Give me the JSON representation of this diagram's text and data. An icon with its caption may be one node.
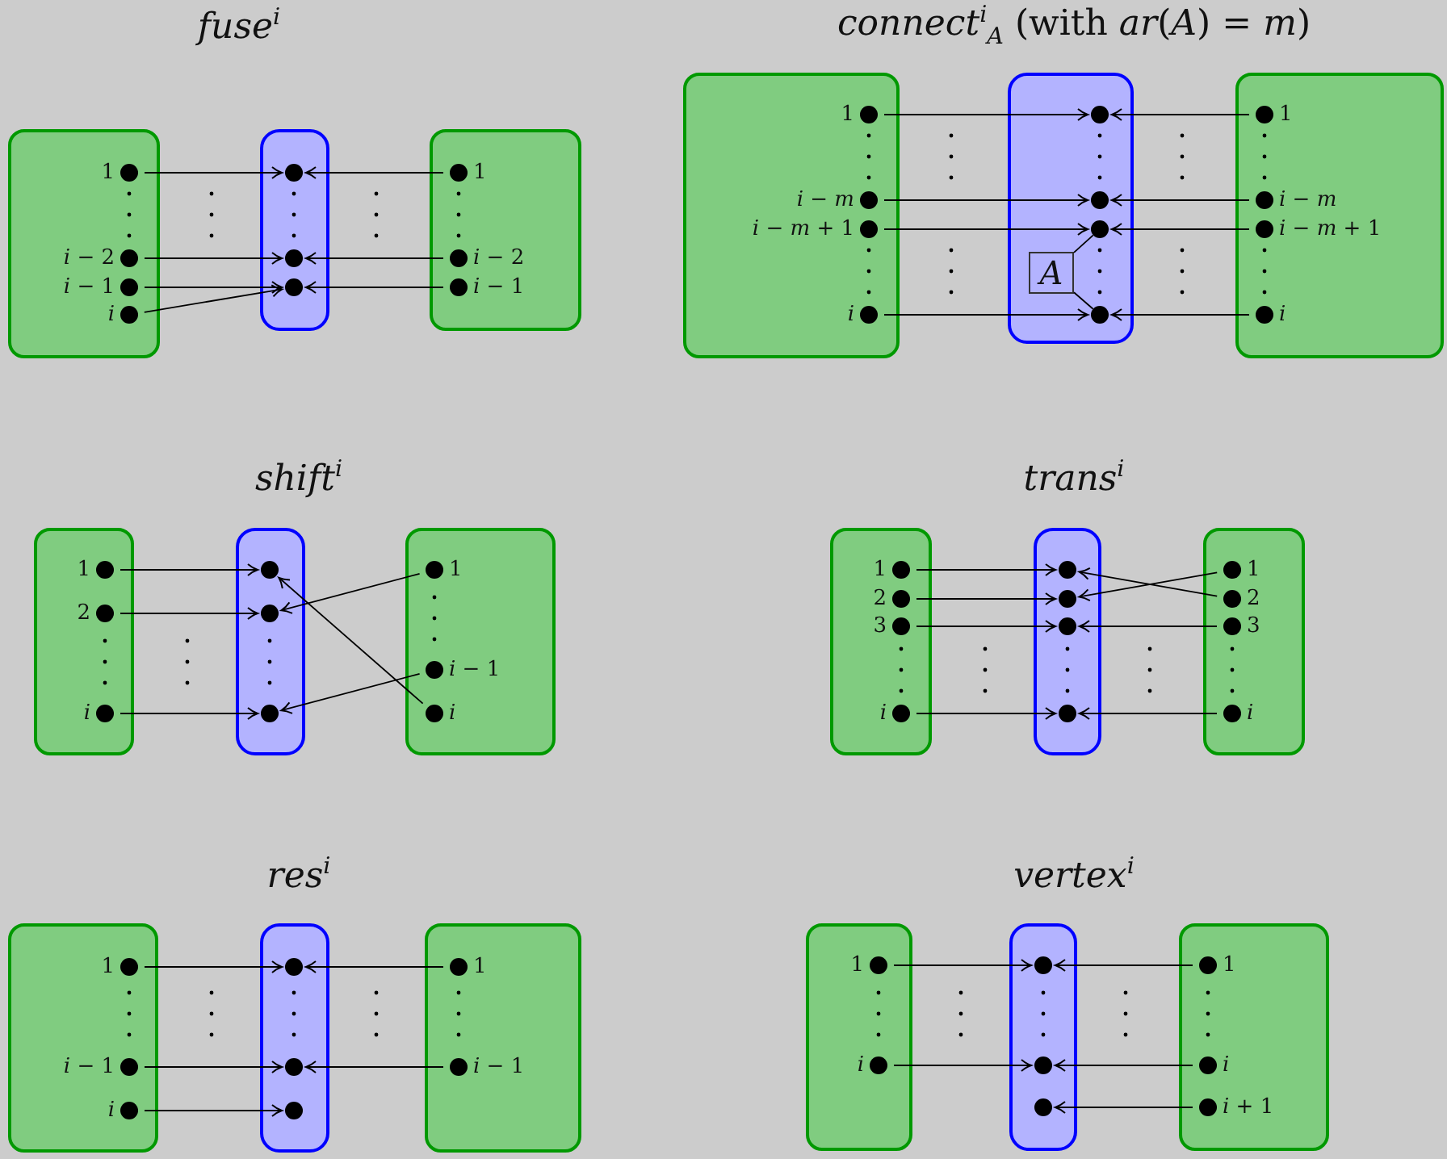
{
  "diagram": {
    "nodes": [
      {
        "text": [],
        "shape": "box"
      },
      {
        "text": [],
        "shape": "circle",
        "in": 0,
        "beside": [
          "1"
        ]
      },
      {
        "text": [],
        "shape": "circle",
        "in": 0,
        "beside": [
          "*i* − 2"
        ]
      },
      {
        "text": [],
        "shape": "circle",
        "in": 0,
        "beside": [
          "*i* − 1"
        ]
      },
      {
        "text": [],
        "shape": "circle",
        "in": 0,
        "beside": [
          "*i*"
        ]
      },
      {
        "text": [],
        "shape": "box"
      },
      {
        "text": [],
        "shape": "circle",
        "in": 5
      },
      {
        "text": [],
        "shape": "circle",
        "in": 5
      },
      {
        "text": [],
        "shape": "circle",
        "in": 5
      },
      {
        "text": [],
        "shape": "box"
      },
      {
        "text": [],
        "shape": "circle",
        "in": 9,
        "beside": [
          "1"
        ]
      },
      {
        "text": [],
        "shape": "circle",
        "in": 9,
        "beside": [
          "*i* − 2"
        ]
      },
      {
        "text": [],
        "shape": "circle",
        "in": 9,
        "beside": [
          "*i* − 1"
        ]
      },
      {
        "text": [],
        "shape": "box"
      },
      {
        "text": [],
        "shape": "circle",
        "in": 13,
        "beside": [
          "1"
        ]
      },
      {
        "text": [],
        "shape": "circle",
        "in": 13,
        "beside": [
          "*i* − *m*"
        ]
      },
      {
        "text": [],
        "shape": "circle",
        "in": 13,
        "beside": [
          "*i* − *m* + 1"
        ]
      },
      {
        "text": [],
        "shape": "circle",
        "in": 13,
        "beside": [
          "*i*"
        ]
      },
      {
        "text": [],
        "shape": "box"
      },
      {
        "text": [],
        "shape": "circle",
        "in": 18
      },
      {
        "text": [],
        "shape": "circle",
        "in": 18
      },
      {
        "text": [],
        "shape": "circle",
        "in": 18
      },
      {
        "text": [],
        "shape": "circle",
        "in": 18
      },
      {
        "text": [
          "A"
        ],
        "in": 18
      },
      {
        "text": [],
        "shape": "box"
      },
      {
        "text": [],
        "shape": "circle",
        "in": 24,
        "beside": [
          "1"
        ]
      },
      {
        "text": [],
        "shape": "circle",
        "in": 24,
        "beside": [
          "*i* − *m*"
        ]
      },
      {
        "text": [],
        "shape": "circle",
        "in": 24,
        "beside": [
          "*i* − *m* + 1"
        ]
      },
      {
        "text": [],
        "shape": "circle",
        "in": 24,
        "beside": [
          "*i*"
        ]
      },
      {
        "text": [],
        "shape": "box"
      },
      {
        "text": [],
        "shape": "circle",
        "in": 29,
        "beside": [
          "1"
        ]
      },
      {
        "text": [],
        "shape": "circle",
        "in": 29,
        "beside": [
          "2"
        ]
      },
      {
        "text": [],
        "shape": "circle",
        "in": 29,
        "beside": [
          "*i*"
        ]
      },
      {
        "text": [],
        "shape": "box"
      },
      {
        "text": [],
        "shape": "circle",
        "in": 33
      },
      {
        "text": [],
        "shape": "circle",
        "in": 33
      },
      {
        "text": [],
        "shape": "circle",
        "in": 33
      },
      {
        "text": [],
        "shape": "box"
      },
      {
        "text": [],
        "shape": "circle",
        "in": 37,
        "beside": [
          "1"
        ]
      },
      {
        "text": [],
        "shape": "circle",
        "in": 37,
        "beside": [
          "*i* − 1"
        ]
      },
      {
        "text": [],
        "shape": "circle",
        "in": 37,
        "beside": [
          "*i*"
        ]
      },
      {
        "text": [],
        "shape": "box"
      },
      {
        "text": [],
        "shape": "circle",
        "in": 41,
        "beside": [
          "1"
        ]
      },
      {
        "text": [],
        "shape": "circle",
        "in": 41,
        "beside": [
          "2"
        ]
      },
      {
        "text": [],
        "shape": "circle",
        "in": 41,
        "beside": [
          "3"
        ]
      },
      {
        "text": [],
        "shape": "circle",
        "in": 41,
        "beside": [
          "*i*"
        ]
      },
      {
        "text": [],
        "shape": "box"
      },
      {
        "text": [],
        "shape": "circle",
        "in": 46
      },
      {
        "text": [],
        "shape": "circle",
        "in": 46
      },
      {
        "text": [],
        "shape": "circle",
        "in": 46
      },
      {
        "text": [],
        "shape": "circle",
        "in": 46
      },
      {
        "text": [],
        "shape": "box"
      },
      {
        "text": [],
        "shape": "circle",
        "in": 51,
        "beside": [
          "1"
        ]
      },
      {
        "text": [],
        "shape": "circle",
        "in": 51,
        "beside": [
          "2"
        ]
      },
      {
        "text": [],
        "shape": "circle",
        "in": 51,
        "beside": [
          "3"
        ]
      },
      {
        "text": [],
        "shape": "circle",
        "in": 51,
        "beside": [
          "*i*"
        ]
      },
      {
        "text": [],
        "shape": "box"
      },
      {
        "text": [],
        "shape": "circle",
        "in": 56,
        "beside": [
          "1"
        ]
      },
      {
        "text": [],
        "shape": "circle",
        "in": 56,
        "beside": [
          "*i* − 1"
        ]
      },
      {
        "text": [],
        "shape": "circle",
        "in": 56,
        "beside": [
          "*i*"
        ]
      },
      {
        "text": [],
        "shape": "box"
      },
      {
        "text": [],
        "shape": "circle",
        "in": 60
      },
      {
        "text": [],
        "shape": "circle",
        "in": 60
      },
      {
        "text": [],
        "shape": "circle",
        "in": 60
      },
      {
        "text": [],
        "shape": "box"
      },
      {
        "text": [],
        "shape": "circle",
        "in": 64,
        "beside": [
          "1"
        ]
      },
      {
        "text": [],
        "shape": "circle",
        "in": 64,
        "beside": [
          "*i* − 1"
        ]
      },
      {
        "text": [],
        "shape": "box"
      },
      {
        "text": [],
        "shape": "circle",
        "in": 67,
        "beside": [
          "1"
        ]
      },
      {
        "text": [],
        "shape": "circle",
        "in": 67,
        "beside": [
          "*i*"
        ]
      },
      {
        "text": [],
        "shape": "box"
      },
      {
        "text": [],
        "shape": "circle",
        "in": 70
      },
      {
        "text": [],
        "shape": "circle",
        "in": 70
      },
      {
        "text": [],
        "shape": "circle",
        "in": 70
      },
      {
        "text": [],
        "shape": "box"
      },
      {
        "text": [],
        "shape": "circle",
        "in": 74,
        "beside": [
          "1"
        ]
      },
      {
        "text": [],
        "shape": "circle",
        "in": 74,
        "beside": [
          "*i*"
        ]
      },
      {
        "text": [],
        "shape": "circle",
        "in": 74,
        "beside": [
          "*i* + 1"
        ]
      }
    ],
    "edges": [
      {
        "from": 1,
        "to": 6,
        "arrow": "to"
      },
      {
        "from": 2,
        "to": 7,
        "arrow": "to"
      },
      {
        "from": 3,
        "to": 8,
        "arrow": "to"
      },
      {
        "from": 4,
        "to": 8,
        "arrow": "to"
      },
      {
        "from": 10,
        "to": 6,
        "arrow": "to"
      },
      {
        "from": 11,
        "to": 7,
        "arrow": "to"
      },
      {
        "from": 12,
        "to": 8,
        "arrow": "to"
      },
      {
        "from": 14,
        "to": 19,
        "arrow": "to"
      },
      {
        "from": 15,
        "to": 20,
        "arrow": "to"
      },
      {
        "from": 16,
        "to": 21,
        "arrow": "to"
      },
      {
        "from": 17,
        "to": 22,
        "arrow": "to"
      },
      {
        "from": 25,
        "to": 19,
        "arrow": "to"
      },
      {
        "from": 26,
        "to": 20,
        "arrow": "to"
      },
      {
        "from": 27,
        "to": 21,
        "arrow": "to"
      },
      {
        "from": 28,
        "to": 22,
        "arrow": "to"
      },
      {
        "from": 23,
        "to": 21,
        "arrow": "none"
      },
      {
        "from": 23,
        "to": 22,
        "arrow": "none"
      },
      {
        "from": 30,
        "to": 34,
        "arrow": "to"
      },
      {
        "from": 31,
        "to": 35,
        "arrow": "to"
      },
      {
        "from": 32,
        "to": 36,
        "arrow": "to"
      },
      {
        "from": 38,
        "to": 35,
        "arrow": "to"
      },
      {
        "from": 39,
        "to": 36,
        "arrow": "to"
      },
      {
        "from": 40,
        "to": 34,
        "arrow": "to"
      },
      {
        "from": 42,
        "to": 47,
        "arrow": "to"
      },
      {
        "from": 43,
        "to": 48,
        "arrow": "to"
      },
      {
        "from": 44,
        "to": 49,
        "arrow": "to"
      },
      {
        "from": 45,
        "to": 50,
        "arrow": "to"
      },
      {
        "from": 52,
        "to": 48,
        "arrow": "to"
      },
      {
        "from": 53,
        "to": 47,
        "arrow": "to"
      },
      {
        "from": 54,
        "to": 49,
        "arrow": "to"
      },
      {
        "from": 55,
        "to": 50,
        "arrow": "to"
      },
      {
        "from": 57,
        "to": 61,
        "arrow": "to"
      },
      {
        "from": 58,
        "to": 62,
        "arrow": "to"
      },
      {
        "from": 59,
        "to": 63,
        "arrow": "to"
      },
      {
        "from": 65,
        "to": 61,
        "arrow": "to"
      },
      {
        "from": 66,
        "to": 62,
        "arrow": "to"
      },
      {
        "from": 68,
        "to": 71,
        "arrow": "to"
      },
      {
        "from": 69,
        "to": 72,
        "arrow": "to"
      },
      {
        "from": 75,
        "to": 71,
        "arrow": "to"
      },
      {
        "from": 76,
        "to": 72,
        "arrow": "to"
      },
      {
        "from": 77,
        "to": 73,
        "arrow": "to"
      }
    ],
    "labels": [
      "*fuse*$^{i}$",
      "*connect*$^{i}$$_{A}$ (with *ar*(*A*) = *m*)",
      "*shift*$^{i}$",
      "*trans*$^{i}$",
      "*res*$^{i}$",
      "*vertex*$^{i}$"
    ]
  }
}
